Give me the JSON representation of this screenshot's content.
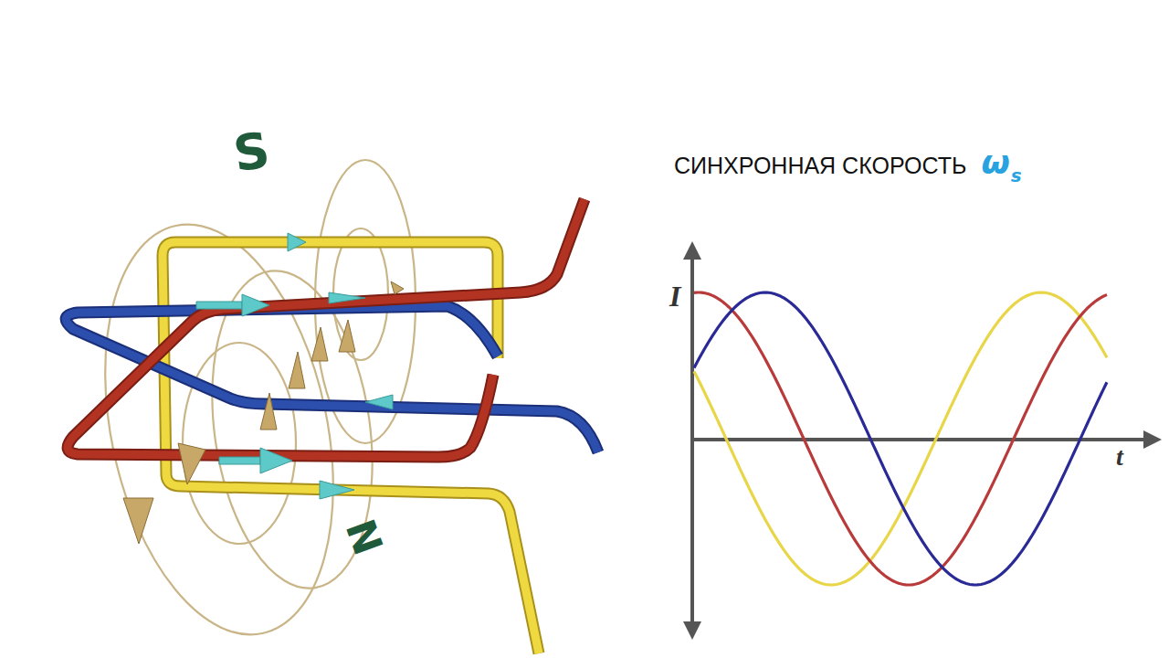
{
  "diagram": {
    "title": "СИНХРОННАЯ СКОРОСТЬ",
    "labels": [
      "S",
      "N",
      "I",
      "t",
      "ω",
      "s"
    ]
  }
}
